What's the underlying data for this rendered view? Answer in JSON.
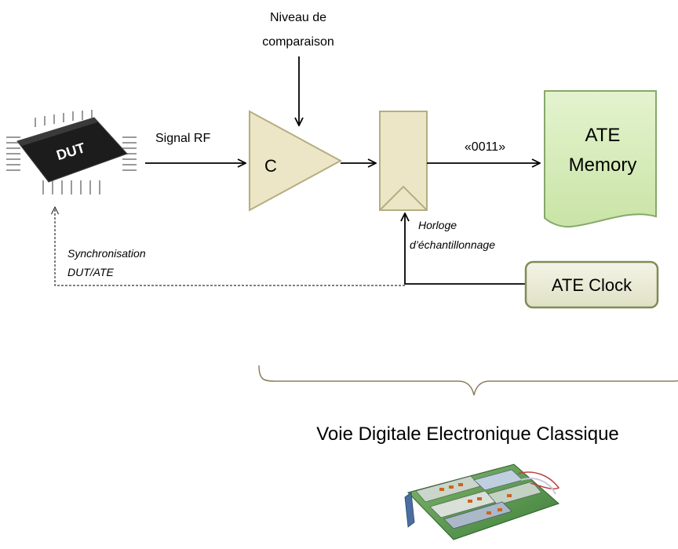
{
  "labels": {
    "comparison_level_line1": "Niveau de",
    "comparison_level_line2": "comparaison",
    "signal_rf": "Signal RF",
    "comparator": "C",
    "bit_pattern": "«0011»",
    "memory_line1": "ATE",
    "memory_line2": "Memory",
    "dut_chip": "DUT",
    "sampling_clock_line1": "Horloge",
    "sampling_clock_line2": "d’échantillonnage",
    "sync_line1": "Synchronisation",
    "sync_line2": "DUT/ATE",
    "ate_clock": "ATE Clock",
    "channel_caption": "Voie Digitale Electronique Classique"
  },
  "colors": {
    "component_fill": "#ece6c6",
    "component_stroke": "#b5ad80",
    "memory_fill": "#dbeec0",
    "memory_stroke": "#86a86a",
    "clock_fill": "#eceddb",
    "clock_stroke": "#7d8c56",
    "brace": "#8c7e5a",
    "chip_body": "#1c1c1c"
  }
}
